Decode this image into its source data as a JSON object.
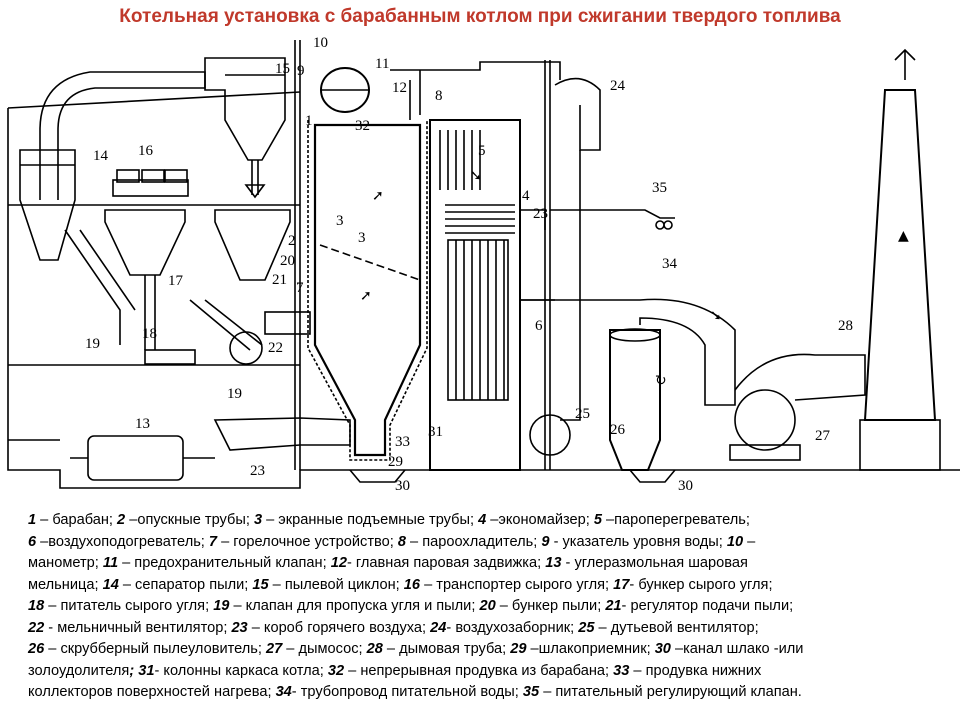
{
  "title": "Котельная установка  с барабанным котлом  при сжигании твердого топлива",
  "callouts": [
    "1",
    "2",
    "3",
    "4",
    "5",
    "6",
    "7",
    "8",
    "9",
    "10",
    "11",
    "12",
    "13",
    "14",
    "15",
    "16",
    "17",
    "18",
    "19",
    "20",
    "21",
    "22",
    "23",
    "24",
    "25",
    "26",
    "27",
    "28",
    "29",
    "30",
    "31",
    "32",
    "33",
    "34",
    "35"
  ],
  "legend_lines": [
    [
      {
        "n": "1",
        "t": " – барабан; "
      },
      {
        "n": "2",
        "t": " –опускные трубы; "
      },
      {
        "n": "3",
        "t": " – экранные подъемные трубы; "
      },
      {
        "n": "4",
        "t": " –экономайзер; "
      },
      {
        "n": "5",
        "t": " –пароперегреватель;"
      }
    ],
    [
      {
        "n": "6",
        "t": " –воздухоподогреватель; "
      },
      {
        "n": "7",
        "t": " – горелочное устройство; "
      },
      {
        "n": "8",
        "t": " – пароохладитель; "
      },
      {
        "n": "9",
        "t": " - указатель уровня воды; "
      },
      {
        "n": "10",
        "t": " –"
      }
    ],
    [
      {
        "n": "",
        "t": "манометр; "
      },
      {
        "n": "11",
        "t": " – предохранительный клапан; "
      },
      {
        "n": "12",
        "t": "- главная паровая задвижка; "
      },
      {
        "n": "13",
        "t": " - углеразмольная шаровая"
      }
    ],
    [
      {
        "n": "",
        "t": "мельница; "
      },
      {
        "n": "14",
        "t": " – сепаратор пыли; "
      },
      {
        "n": "15",
        "t": " – пылевой циклон; "
      },
      {
        "n": "16",
        "t": " – транспортер сырого угля; "
      },
      {
        "n": "17",
        "t": "- бункер сырого угля;"
      }
    ],
    [
      {
        "n": "18",
        "t": " – питатель сырого угля; "
      },
      {
        "n": "19",
        "t": " – клапан для пропуска угля и пыли; "
      },
      {
        "n": "20",
        "t": " – бункер пыли; "
      },
      {
        "n": "21",
        "t": "- регулятор подачи пыли;"
      }
    ],
    [
      {
        "n": "",
        "t": " "
      },
      {
        "n": "22",
        "t": " - мельничный вентилятор; "
      },
      {
        "n": "23",
        "t": " – короб горячего воздуха; "
      },
      {
        "n": "24",
        "t": "- воздухозаборник; "
      },
      {
        "n": "25",
        "t": " – дутьевой вентилятор;"
      }
    ],
    [
      {
        "n": "26",
        "t": " – скрубберный пылеуловитель; "
      },
      {
        "n": "27",
        "t": " – дымосос; "
      },
      {
        "n": "28",
        "t": " – дымовая труба; "
      },
      {
        "n": "29",
        "t": " –шлакоприемник; "
      },
      {
        "n": "30",
        "t": " –канал шлако -или"
      }
    ],
    [
      {
        "n": "",
        "t": "золоудолителя"
      },
      {
        "n": "; 31",
        "t": "- колонны каркаса котла; "
      },
      {
        "n": "32",
        "t": " – непрерывная продувка из барабана; "
      },
      {
        "n": "33",
        "t": " – продувка нижних"
      }
    ],
    [
      {
        "n": "",
        "t": "коллекторов поверхностей нагрева; "
      },
      {
        "n": "34",
        "t": "- трубопровод питательной воды; "
      },
      {
        "n": "35",
        "t": " – питательный регулирующий клапан."
      }
    ]
  ]
}
